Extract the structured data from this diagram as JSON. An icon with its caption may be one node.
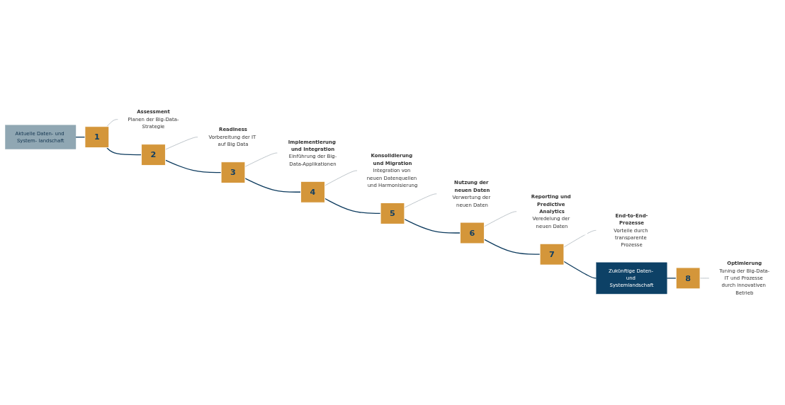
{
  "diagram": {
    "nodes": [
      {
        "text": [
          "Aktuelle Daten- und System- landschaft"
        ]
      },
      {
        "text": [
          "1"
        ]
      },
      {
        "text": [
          "Assessment",
          "Planen der Big-Data-Strategie"
        ]
      },
      {
        "text": [
          "2"
        ]
      },
      {
        "text": [
          "Readiness",
          "Vorbereitung der IT auf Big Data"
        ]
      },
      {
        "text": [
          "3"
        ]
      },
      {
        "text": [
          "Implementierung und Integration",
          "Einführung der Big-Data-Applikationen"
        ]
      },
      {
        "text": [
          "4"
        ]
      },
      {
        "text": [
          "Konsolidierung und Migration",
          "Integration von neuen Datenquellen und Harmonisierung"
        ]
      },
      {
        "text": [
          "5"
        ]
      },
      {
        "text": [
          "Nutzung der neuen Daten",
          "Verwertung der neuen Daten"
        ]
      },
      {
        "text": [
          "6"
        ]
      },
      {
        "text": [
          "Reporting und Predictive Analytics",
          "Veredelung der neuen Daten"
        ]
      },
      {
        "text": [
          "7"
        ]
      },
      {
        "text": [
          "End-to-End-Prozesse",
          "Vorteile durch transparente Prozesse"
        ]
      },
      {
        "text": [
          "Zukünftige Daten- und Systemlandschaft"
        ]
      },
      {
        "text": [
          "8"
        ]
      },
      {
        "text": [
          "Optimierung",
          "Tuning der Big-Data-IT und Prozesse durch innovativen Betrieb"
        ]
      }
    ],
    "edges": [
      {
        "from": 0,
        "to": 1,
        "arrow": "none"
      },
      {
        "from": 1,
        "to": 3,
        "arrow": "none"
      },
      {
        "from": 3,
        "to": 5,
        "arrow": "none"
      },
      {
        "from": 5,
        "to": 7,
        "arrow": "none"
      },
      {
        "from": 7,
        "to": 9,
        "arrow": "none"
      },
      {
        "from": 9,
        "to": 11,
        "arrow": "none"
      },
      {
        "from": 11,
        "to": 13,
        "arrow": "none"
      },
      {
        "from": 13,
        "to": 15,
        "arrow": "none"
      },
      {
        "from": 15,
        "to": 16,
        "arrow": "none"
      },
      {
        "from": 1,
        "to": 2,
        "arrow": "none",
        "color": "#9aa5ad"
      },
      {
        "from": 3,
        "to": 4,
        "arrow": "none",
        "color": "#9aa5ad"
      },
      {
        "from": 5,
        "to": 6,
        "arrow": "none",
        "color": "#9aa5ad"
      },
      {
        "from": 7,
        "to": 8,
        "arrow": "none",
        "color": "#9aa5ad"
      },
      {
        "from": 9,
        "to": 10,
        "arrow": "none",
        "color": "#9aa5ad"
      },
      {
        "from": 11,
        "to": 12,
        "arrow": "none",
        "color": "#9aa5ad"
      },
      {
        "from": 13,
        "to": 14,
        "arrow": "none",
        "color": "#9aa5ad"
      },
      {
        "from": 16,
        "to": 17,
        "arrow": "none",
        "color": "#9aa5ad"
      }
    ]
  }
}
